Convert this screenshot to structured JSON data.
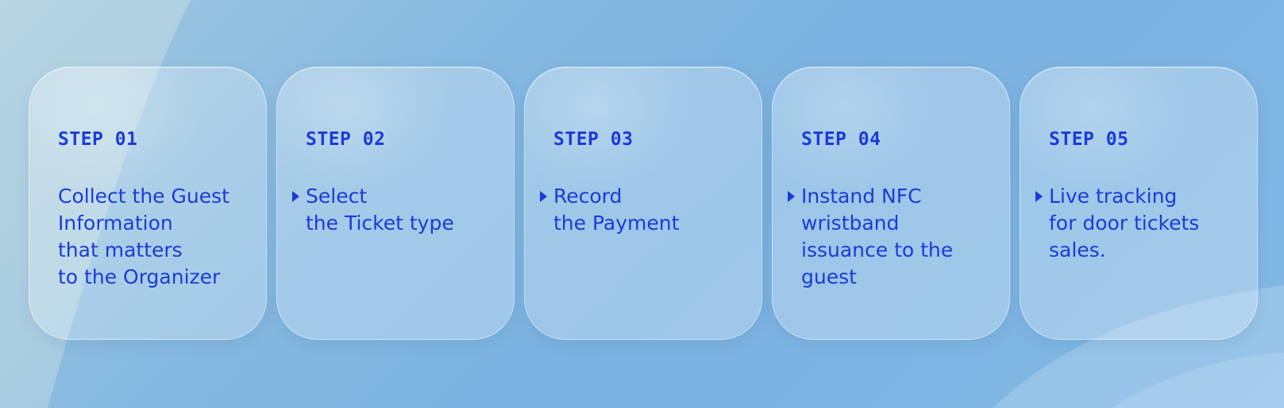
{
  "steps": [
    {
      "label": "STEP 01",
      "text": "Collect the Guest\nInformation\nthat matters\nto the Organizer",
      "arrow": false
    },
    {
      "label": "STEP 02",
      "text": "Select\nthe Ticket type",
      "arrow": true
    },
    {
      "label": "STEP 03",
      "text": "Record\nthe Payment",
      "arrow": true
    },
    {
      "label": "STEP 04",
      "text": "Instand NFC\nwristband\nissuance to the\nguest",
      "arrow": true
    },
    {
      "label": "STEP 05",
      "text": "Live tracking\nfor door tickets\nsales.",
      "arrow": true
    }
  ],
  "colors": {
    "accent": "#1c3bd6",
    "background": "#86b9e0"
  }
}
